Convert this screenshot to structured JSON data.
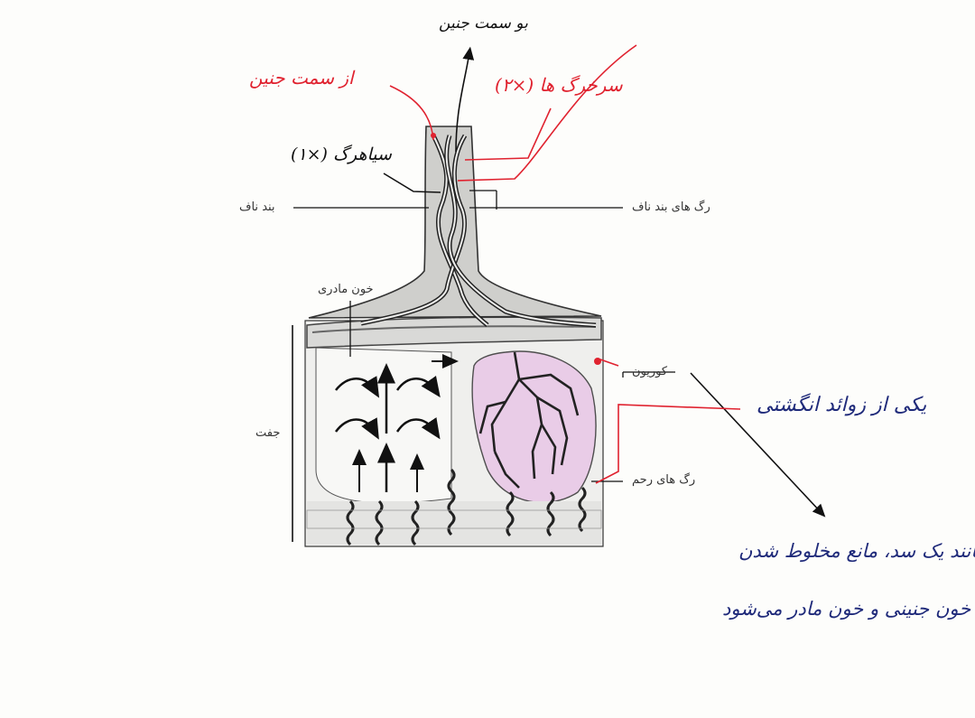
{
  "labels": {
    "to_fetus": "بو سمت جنین",
    "from_fetus": "از سمت جنین",
    "arteries": "سرخرگ ها (×۲)",
    "vein": "سیاهرگ (×۱)",
    "umbilical_cord": "بند ناف",
    "umbilical_vessels": "رگ های بند ناف",
    "maternal_blood": "خون مادری",
    "chorion": "کوریون",
    "villus": "یکی از زوائد انگشتی",
    "placenta": "جفت",
    "uterine_vessels": "رگ های رحم",
    "note_line1": "مانند یک سد، مانع مخلوط شدن",
    "note_line2": "خون جنینی و خون مادر می‌شود"
  },
  "colors": {
    "red_ink": "#e0222f",
    "black_ink": "#111111",
    "blue_ink": "#1f2a7a",
    "chorion_pink": "#e9c6e6"
  }
}
